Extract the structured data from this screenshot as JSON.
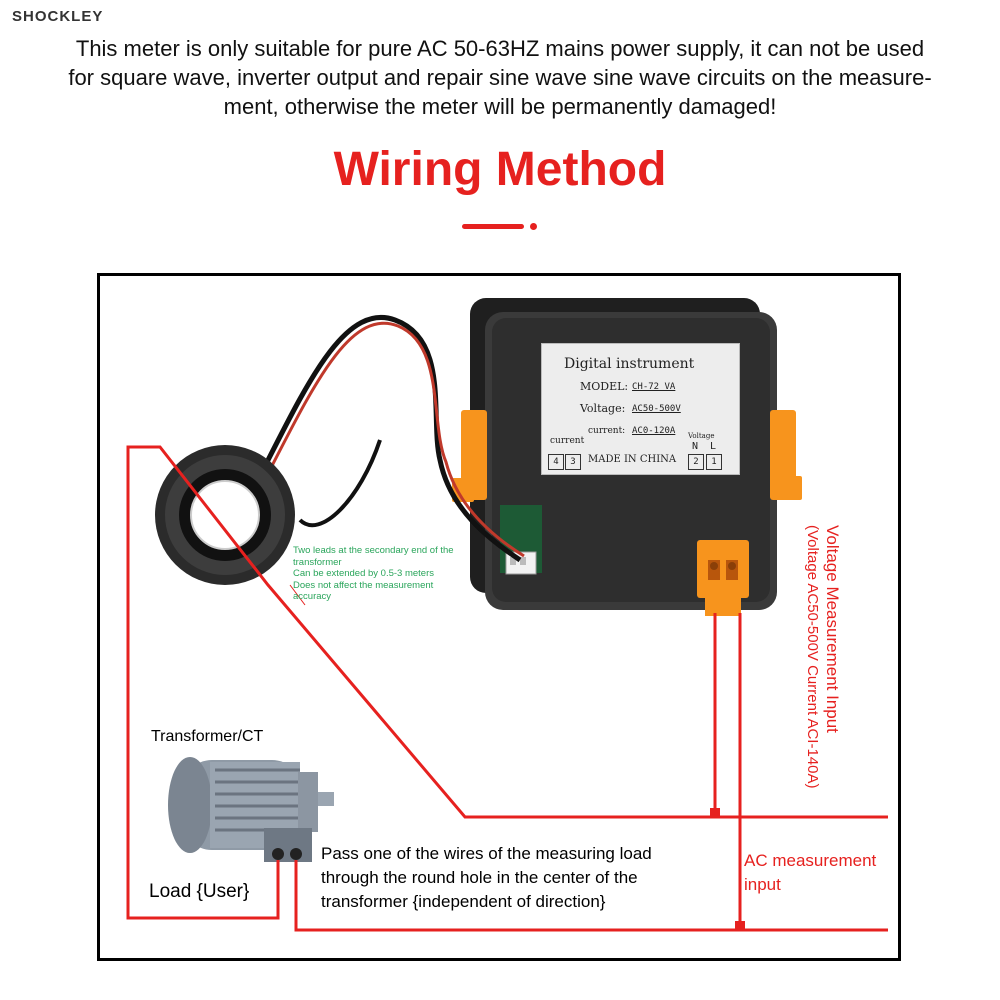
{
  "brand": "SHOCKLEY",
  "warning": {
    "line1": "This meter is only suitable for pure AC 50-63HZ mains power supply, it can not be used",
    "line2": "for square wave, inverter output and repair sine wave sine wave circuits on the measure-",
    "line3": "ment, otherwise the meter will be permanently damaged!"
  },
  "title": "Wiring Method",
  "meter_label": {
    "heading": "Digital instrument",
    "model_label": "MODEL:",
    "model_value": "CH-72 VA",
    "voltage_label": "Voltage:",
    "voltage_value": "AC50-500V",
    "current_label": "current:",
    "current_value": "AC0-120A",
    "current_terminals_label": "current",
    "terminal_4": "4",
    "terminal_3": "3",
    "made_in": "MADE IN CHINA",
    "voltage_terminals_label": "Voltage",
    "terminal_n": "N",
    "terminal_l": "L",
    "terminal_2": "2",
    "terminal_1": "1"
  },
  "ct_note": {
    "line1": "Two leads at the secondary end of the",
    "line2": "transformer",
    "line3": "Can be extended by 0.5-3 meters",
    "line4": "Does not affect the measurement",
    "line5": "accuracy"
  },
  "labels": {
    "transformer": "Transformer/CT",
    "load": "Load {User}",
    "pass_wire_1": "Pass one of the wires of the measuring load",
    "pass_wire_2": "through the round hole in the center of the",
    "pass_wire_3": "transformer {independent of direction}",
    "ac_input_1": "AC measurement",
    "ac_input_2": "input",
    "voltage_input_1": "Voltage Measurement Input",
    "voltage_input_2": "(Voltage AC50-500V Current ACI-140A)"
  },
  "colors": {
    "accent_red": "#e6211f",
    "note_green": "#2aa55b",
    "meter_body": "#2a2a2a",
    "clip_orange": "#f7941d"
  }
}
